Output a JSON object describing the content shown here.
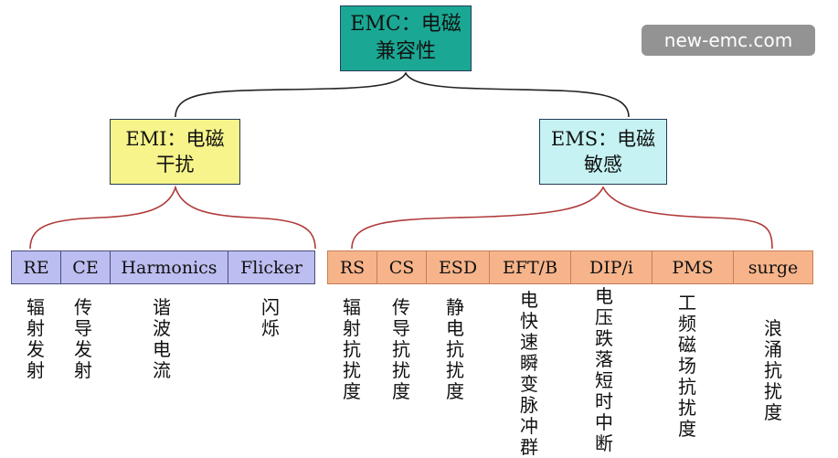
{
  "root": {
    "label": "EMC：电磁兼容性"
  },
  "emi": {
    "label": "EMI：电磁干扰",
    "items": [
      {
        "label": "RE",
        "desc": "辐射发射"
      },
      {
        "label": "CE",
        "desc": "传导发射"
      },
      {
        "label": "Harmonics",
        "desc": "谐波电流"
      },
      {
        "label": "Flicker",
        "desc": "闪烁"
      }
    ]
  },
  "ems": {
    "label": "EMS：电磁敏感",
    "items": [
      {
        "label": "RS",
        "desc": "辐射抗扰度"
      },
      {
        "label": "CS",
        "desc": "传导抗扰度"
      },
      {
        "label": "ESD",
        "desc": "静电抗扰度"
      },
      {
        "label": "EFT/B",
        "desc": "电快速瞬变脉冲群"
      },
      {
        "label": "DIP/i",
        "desc": "电压跌落短时中断"
      },
      {
        "label": "PMS",
        "desc": "工频磁场抗扰度"
      },
      {
        "label": "surge",
        "desc": "浪涌抗扰度"
      }
    ]
  },
  "watermark": "new-emc.com",
  "colors": {
    "root": "#1aa894",
    "emi": "#f6f48a",
    "ems": "#c6f2f3",
    "emi_leaf": "#bcbdf0",
    "ems_leaf": "#f7b48a",
    "connector_top": "#222222",
    "connector_bottom": "#b03a3a"
  }
}
